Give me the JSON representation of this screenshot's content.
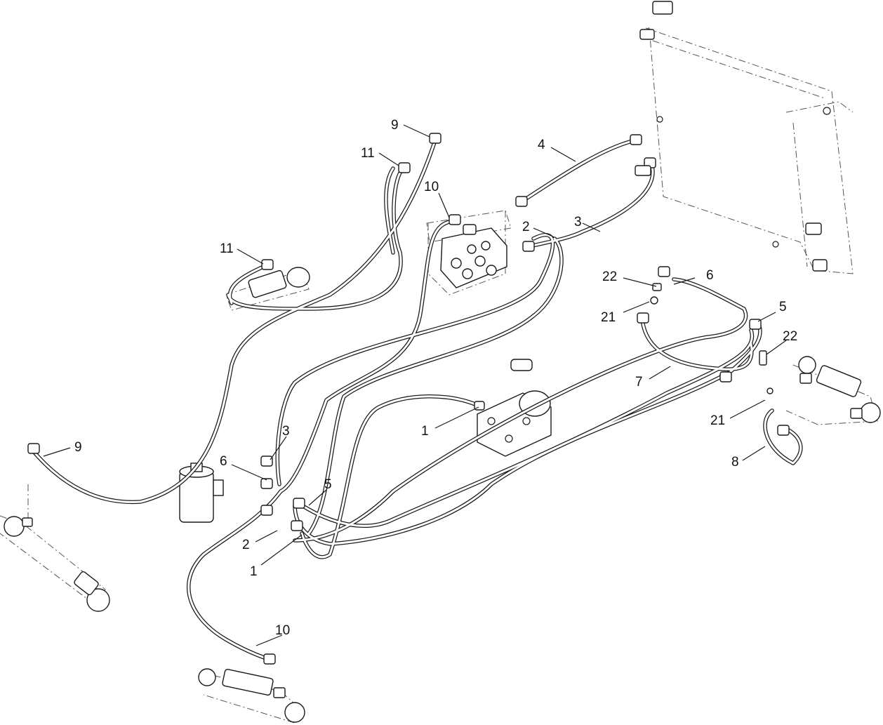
{
  "callouts": [
    {
      "id": "c9a",
      "text": "9"
    },
    {
      "id": "c11a",
      "text": "11"
    },
    {
      "id": "c10a",
      "text": "10"
    },
    {
      "id": "c11b",
      "text": "11"
    },
    {
      "id": "c4",
      "text": "4"
    },
    {
      "id": "c2a",
      "text": "2"
    },
    {
      "id": "c3a",
      "text": "3"
    },
    {
      "id": "c22a",
      "text": "22"
    },
    {
      "id": "c6a",
      "text": "6"
    },
    {
      "id": "c21a",
      "text": "21"
    },
    {
      "id": "c5a",
      "text": "5"
    },
    {
      "id": "c22b",
      "text": "22"
    },
    {
      "id": "c7",
      "text": "7"
    },
    {
      "id": "c1a",
      "text": "1"
    },
    {
      "id": "c21b",
      "text": "21"
    },
    {
      "id": "c8",
      "text": "8"
    },
    {
      "id": "c9b",
      "text": "9"
    },
    {
      "id": "c3b",
      "text": "3"
    },
    {
      "id": "c6b",
      "text": "6"
    },
    {
      "id": "c5b",
      "text": "5"
    },
    {
      "id": "c2b",
      "text": "2"
    },
    {
      "id": "c1b",
      "text": "1"
    },
    {
      "id": "c10b",
      "text": "10"
    }
  ]
}
